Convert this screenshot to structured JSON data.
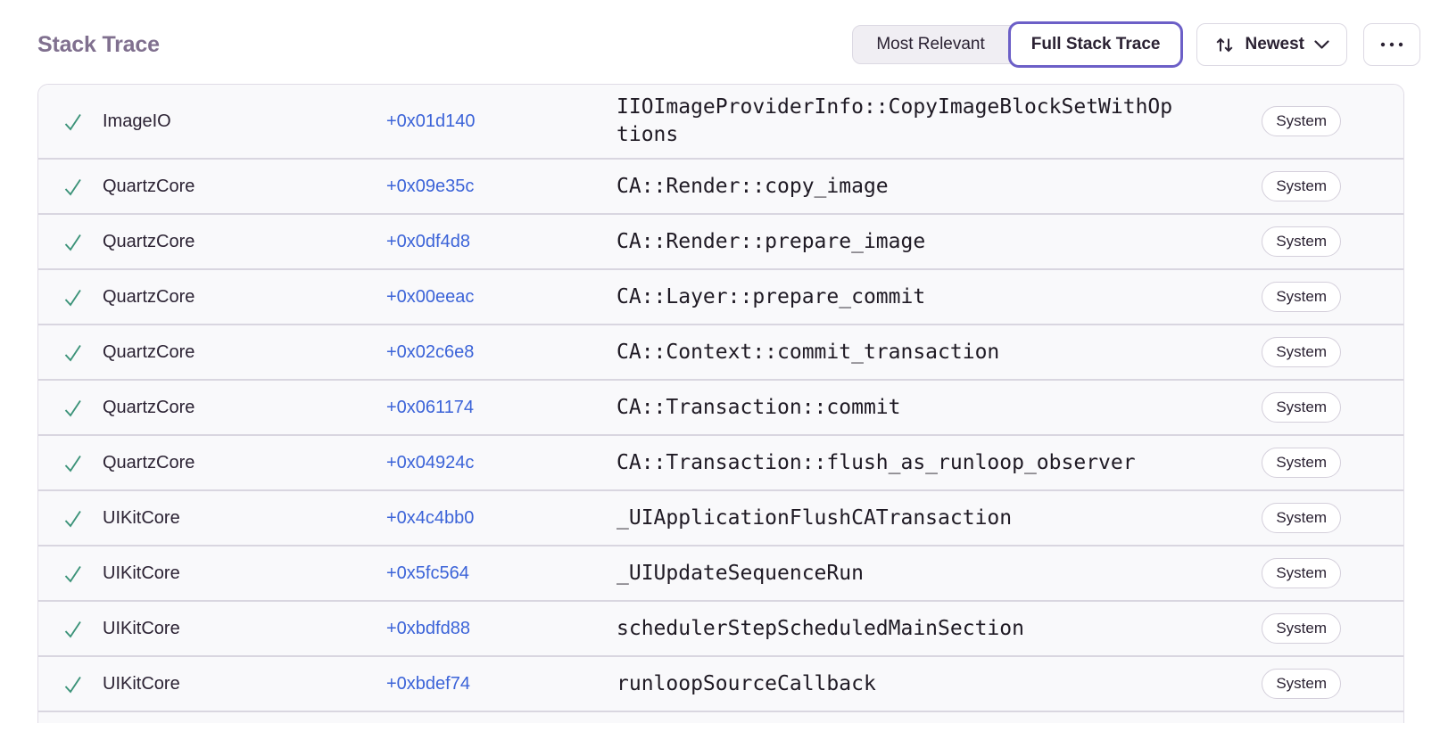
{
  "header": {
    "title": "Stack Trace",
    "view_toggle": {
      "options": [
        {
          "label": "Most Relevant",
          "active": false
        },
        {
          "label": "Full Stack Trace",
          "active": true
        }
      ]
    },
    "sort_button": {
      "label": "Newest"
    },
    "icons": {
      "checkmark": "✓",
      "sort_arrows": "↑↓",
      "chevron_down": "⌄",
      "ellipsis": "•••"
    }
  },
  "colors": {
    "accent_purple": "#6c5fc7",
    "link_blue": "#3b63d8",
    "check_green": "#3c9379",
    "title_gray": "#80708f",
    "text_dark": "#2b2233",
    "row_background": "#f9f9fb",
    "divider": "#d9d6e0"
  },
  "table": {
    "rows": [
      {
        "status_icon": "checkmark-icon",
        "module": "ImageIO",
        "address": "+0x01d140",
        "function": "IIOImageProviderInfo::CopyImageBlockSetWithOptions",
        "badge": "System"
      },
      {
        "status_icon": "checkmark-icon",
        "module": "QuartzCore",
        "address": "+0x09e35c",
        "function": "CA::Render::copy_image",
        "badge": "System"
      },
      {
        "status_icon": "checkmark-icon",
        "module": "QuartzCore",
        "address": "+0x0df4d8",
        "function": "CA::Render::prepare_image",
        "badge": "System"
      },
      {
        "status_icon": "checkmark-icon",
        "module": "QuartzCore",
        "address": "+0x00eeac",
        "function": "CA::Layer::prepare_commit",
        "badge": "System"
      },
      {
        "status_icon": "checkmark-icon",
        "module": "QuartzCore",
        "address": "+0x02c6e8",
        "function": "CA::Context::commit_transaction",
        "badge": "System"
      },
      {
        "status_icon": "checkmark-icon",
        "module": "QuartzCore",
        "address": "+0x061174",
        "function": "CA::Transaction::commit",
        "badge": "System"
      },
      {
        "status_icon": "checkmark-icon",
        "module": "QuartzCore",
        "address": "+0x04924c",
        "function": "CA::Transaction::flush_as_runloop_observer",
        "badge": "System"
      },
      {
        "status_icon": "checkmark-icon",
        "module": "UIKitCore",
        "address": "+0x4c4bb0",
        "function": "_UIApplicationFlushCATransaction",
        "badge": "System"
      },
      {
        "status_icon": "checkmark-icon",
        "module": "UIKitCore",
        "address": "+0x5fc564",
        "function": "_UIUpdateSequenceRun",
        "badge": "System"
      },
      {
        "status_icon": "checkmark-icon",
        "module": "UIKitCore",
        "address": "+0xbdfd88",
        "function": "schedulerStepScheduledMainSection",
        "badge": "System"
      },
      {
        "status_icon": "checkmark-icon",
        "module": "UIKitCore",
        "address": "+0xbdef74",
        "function": "runloopSourceCallback",
        "badge": "System"
      }
    ]
  }
}
